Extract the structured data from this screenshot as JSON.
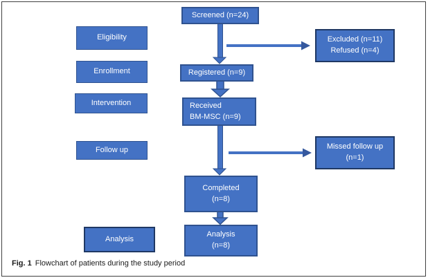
{
  "caption": {
    "label": "Fig. 1",
    "text": "Flowchart of patients during the study period"
  },
  "colors": {
    "box_fill": "#4472C4",
    "box_border": "#2F528F",
    "side_box_border": "#1F3864",
    "box_text": "#FFFFFF",
    "arrow": "#4472C4",
    "frame_border": "#3F3F3F"
  },
  "stages": {
    "eligibility": "Eligibility",
    "enrollment": "Enrollment",
    "intervention": "Intervention",
    "follow_up": "Follow up",
    "analysis": "Analysis"
  },
  "flow": {
    "screened": "Screened (n=24)",
    "registered": "Registered (n=9)",
    "received": "Received\nBM-MSC (n=9)",
    "completed": "Completed\n(n=8)",
    "analysis": "Analysis\n(n=8)",
    "excluded": "Excluded (n=11)\nRefused (n=4)",
    "missed_follow_up": "Missed follow up\n(n=1)"
  }
}
